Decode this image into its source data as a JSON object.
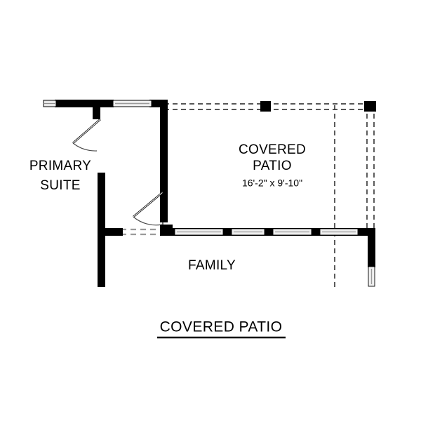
{
  "drawing": {
    "title": "COVERED PATIO",
    "title_underlined": true,
    "background_color": "#ffffff",
    "line_color": "#000000",
    "wall_fill": "#000000",
    "window_fill": "#e8e8e8",
    "dashed_color": "#4a4a4a"
  },
  "rooms": [
    {
      "key": "primary_suite",
      "name_line1": "PRIMARY",
      "name_line2": "SUITE",
      "dimensions": ""
    },
    {
      "key": "covered_patio",
      "name_line1": "COVERED",
      "name_line2": "PATIO",
      "dimensions": "16'-2\" x 9'-10\""
    },
    {
      "key": "family",
      "name_line1": "FAMILY",
      "name_line2": "",
      "dimensions": ""
    }
  ],
  "features": {
    "doors": [
      {
        "name": "primary-suite-entry-door",
        "swing": "down-left"
      },
      {
        "name": "patio-access-door",
        "swing": "up-left"
      }
    ],
    "windows": [
      {
        "name": "top-window-primary-suite"
      },
      {
        "name": "left-end-window"
      },
      {
        "name": "family-window-1"
      },
      {
        "name": "family-window-2"
      },
      {
        "name": "family-window-3"
      },
      {
        "name": "family-window-4"
      },
      {
        "name": "right-lower-window"
      }
    ],
    "posts": [
      {
        "name": "patio-post-top-center"
      },
      {
        "name": "patio-post-top-right"
      },
      {
        "name": "patio-post-bottom-1"
      },
      {
        "name": "patio-post-bottom-2"
      },
      {
        "name": "patio-post-bottom-3"
      },
      {
        "name": "patio-post-bottom-right"
      }
    ]
  }
}
